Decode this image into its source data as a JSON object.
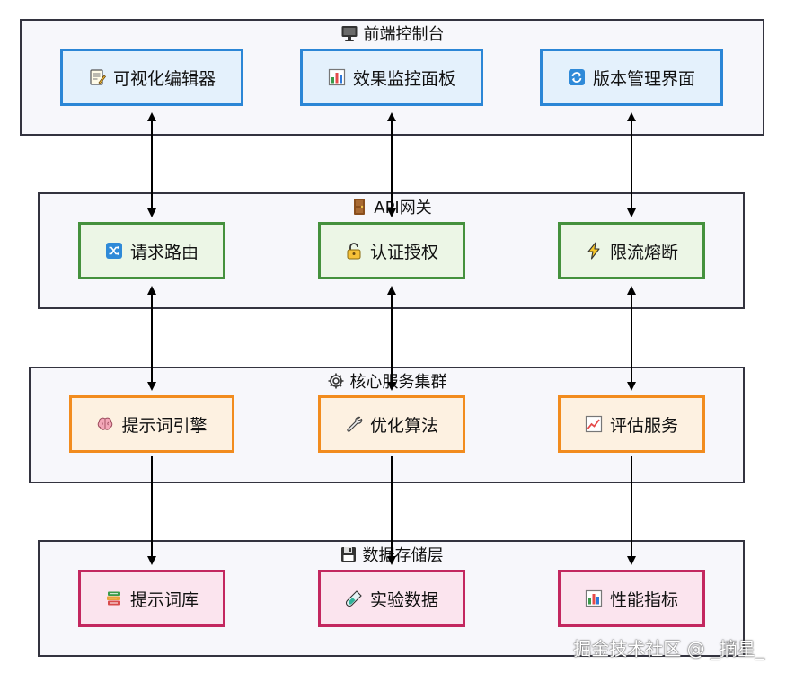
{
  "layers": {
    "frontend": {
      "title": "前端控制台",
      "icon": "monitor-icon",
      "nodes": [
        {
          "label": "可视化编辑器",
          "icon": "memo-icon"
        },
        {
          "label": "效果监控面板",
          "icon": "bar-chart-icon"
        },
        {
          "label": "版本管理界面",
          "icon": "refresh-icon"
        }
      ]
    },
    "gateway": {
      "title": "API网关",
      "icon": "door-icon",
      "nodes": [
        {
          "label": "请求路由",
          "icon": "shuffle-icon"
        },
        {
          "label": "认证授权",
          "icon": "lock-icon"
        },
        {
          "label": "限流熔断",
          "icon": "lightning-icon"
        }
      ]
    },
    "core": {
      "title": "核心服务集群",
      "icon": "gear-icon",
      "nodes": [
        {
          "label": "提示词引擎",
          "icon": "brain-icon"
        },
        {
          "label": "优化算法",
          "icon": "wrench-icon"
        },
        {
          "label": "评估服务",
          "icon": "trend-chart-icon"
        }
      ]
    },
    "storage": {
      "title": "数据存储层",
      "icon": "floppy-disk-icon",
      "nodes": [
        {
          "label": "提示词库",
          "icon": "books-icon"
        },
        {
          "label": "实验数据",
          "icon": "test-tube-icon"
        },
        {
          "label": "性能指标",
          "icon": "bar-chart-icon"
        }
      ]
    }
  },
  "colors": {
    "frontend": "#2b86d6",
    "gateway": "#45913d",
    "core": "#f28c1e",
    "storage": "#c3275f"
  },
  "watermark": "掘金技术社区 @ _摘星_"
}
